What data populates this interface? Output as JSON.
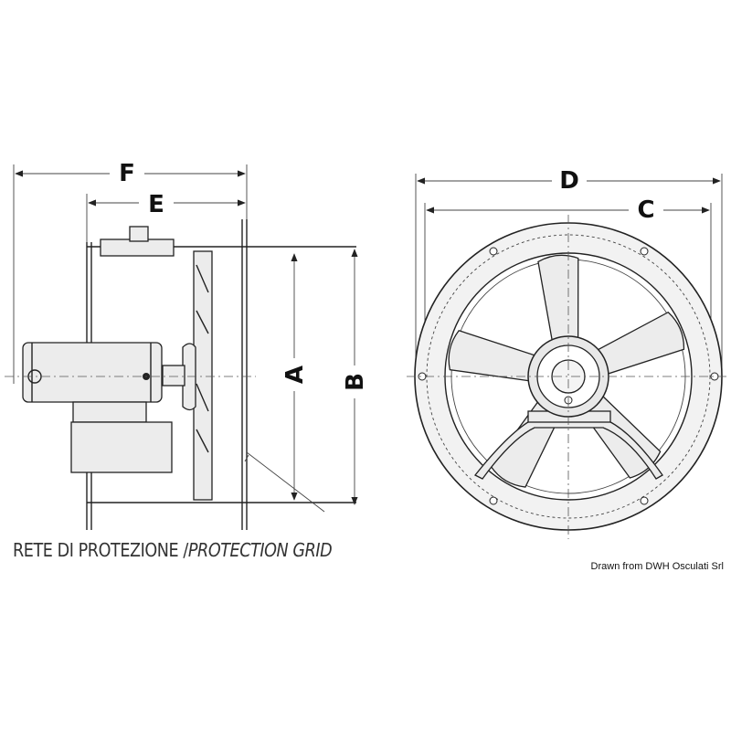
{
  "dimensions": {
    "F": "F",
    "E": "E",
    "A": "A",
    "B": "B",
    "D": "D",
    "C": "C"
  },
  "caption": {
    "italian": "RETE DI PROTEZIONE",
    "separator": "/",
    "english": "PROTECTION GRID"
  },
  "credit": "Drawn from DWH Osculati Srl"
}
